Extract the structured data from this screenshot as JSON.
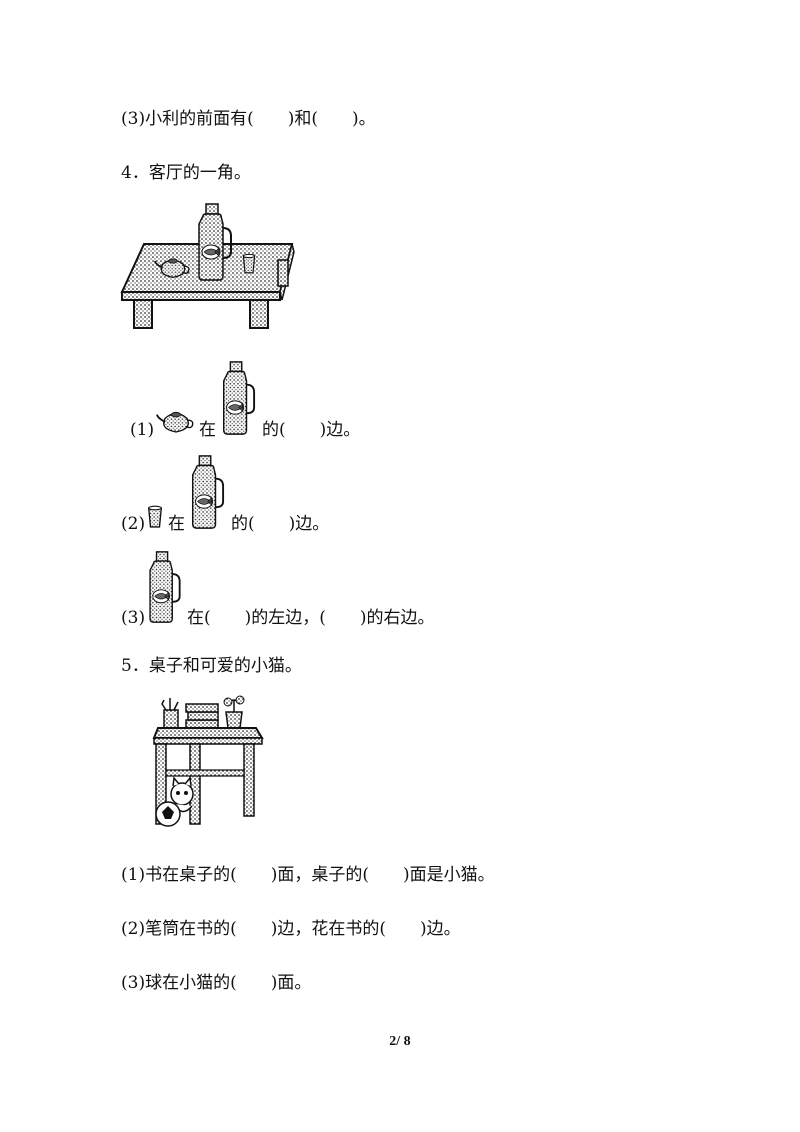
{
  "q3_prev": {
    "line3": "(3)小利的前面有(　　)和(　　)。"
  },
  "section4": {
    "title": "4．客厅的一角。",
    "q1": {
      "num": "(1)",
      "mid": "在",
      "tail": "的(　　)边。"
    },
    "q2": {
      "num": "(2)",
      "mid": "在",
      "tail": "的(　　)边。"
    },
    "q3": {
      "num": "(3)",
      "tail": "在(　　)的左边，(　　)的右边。"
    }
  },
  "section5": {
    "title": "5．桌子和可爱的小猫。",
    "q1": "(1)书在桌子的(　　)面，桌子的(　　)面是小猫。",
    "q2": "(2)笔筒在书的(　　)边，花在书的(　　)边。",
    "q3": "(3)球在小猫的(　　)面。"
  },
  "footer": {
    "page": "2/ 8"
  },
  "icons": [
    "table-icon",
    "thermos-icon",
    "teapot-icon",
    "cup-icon",
    "desk-with-cat-icon"
  ]
}
